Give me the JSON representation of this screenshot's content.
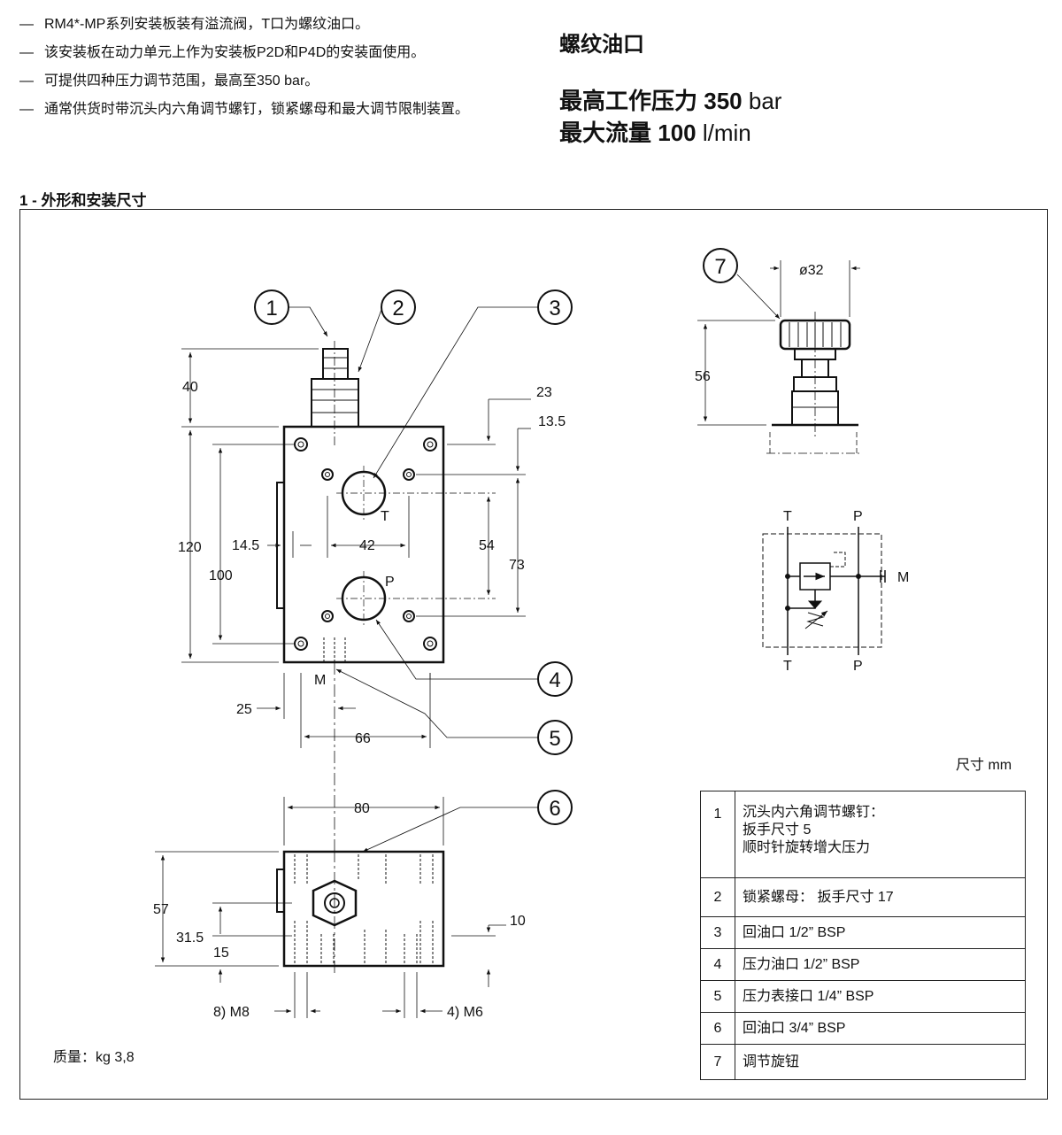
{
  "intro": {
    "bullets": [
      "RM4*-MP系列安装板装有溢流阀，T口为螺纹油口。",
      "该安装板在动力单元上作为安装板P2D和P4D的安装面使用。",
      "可提供四种压力调节范围，最高至350 bar。",
      "通常供货时带沉头内六角调节螺钉，锁紧螺母和最大调节限制装置。"
    ],
    "dash": "—"
  },
  "header": {
    "title": "螺纹油口",
    "max_pressure_label": "最高工作压力",
    "max_pressure_value": "350",
    "max_pressure_unit": "bar",
    "max_flow_label": "最大流量",
    "max_flow_value": "100",
    "max_flow_unit": "l/min"
  },
  "section": {
    "title": "1 - 外形和安装尺寸"
  },
  "drawing": {
    "callouts": [
      "1",
      "2",
      "3",
      "4",
      "5",
      "6",
      "7"
    ],
    "dims": {
      "d40": "40",
      "d120": "120",
      "d100": "100",
      "d14_5": "14.5",
      "d42": "42",
      "d23": "23",
      "d13_5": "13.5",
      "d54": "54",
      "d73": "73",
      "d25": "25",
      "d66": "66",
      "d80": "80",
      "d57": "57",
      "d31_5": "31.5",
      "d15": "15",
      "d10": "10",
      "m8": "8) M8",
      "m6": "4) M6",
      "d32": "ø32",
      "d56": "56"
    },
    "port_labels": {
      "T": "T",
      "P": "P",
      "M": "M"
    }
  },
  "mass": "质量：kg 3,8",
  "units": "尺寸  mm",
  "legend": [
    {
      "num": "1",
      "lines": [
        "沉头内六角调节螺钉：",
        "扳手尺寸 5",
        "顺时针旋转增大压力"
      ]
    },
    {
      "num": "2",
      "lines": [
        "锁紧螺母：  扳手尺寸 17"
      ]
    },
    {
      "num": "3",
      "lines": [
        "回油口    1/2” BSP"
      ]
    },
    {
      "num": "4",
      "lines": [
        "压力油口    1/2” BSP"
      ]
    },
    {
      "num": "5",
      "lines": [
        "压力表接口    1/4” BSP"
      ]
    },
    {
      "num": "6",
      "lines": [
        "回油口 3/4” BSP"
      ]
    },
    {
      "num": "7",
      "lines": [
        "调节旋钮"
      ]
    }
  ]
}
